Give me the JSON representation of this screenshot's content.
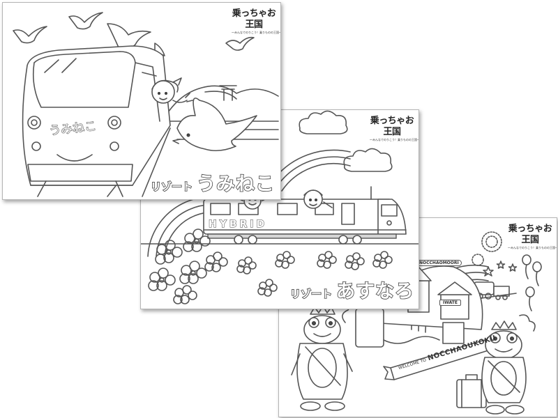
{
  "logo": {
    "main": "乗っちゃお王国",
    "sub": "〜みんなでのりこう！乗りものの王国〜"
  },
  "sheets": [
    {
      "title_prefix": "リゾート",
      "title_main": "うみねこ",
      "front_text": "うみねこ"
    },
    {
      "title_prefix": "リゾート",
      "title_main": "あすなろ",
      "side_text": "HYBRID"
    },
    {
      "sign_top": "NOCCHAOMOORI",
      "sign_mid": "IWATE",
      "banner_small": "WELCOME TO",
      "banner_big": "NOCCHAOUKOKU"
    }
  ],
  "colors": {
    "line": "#555555",
    "paper": "#ffffff",
    "shadow": "#888888"
  }
}
